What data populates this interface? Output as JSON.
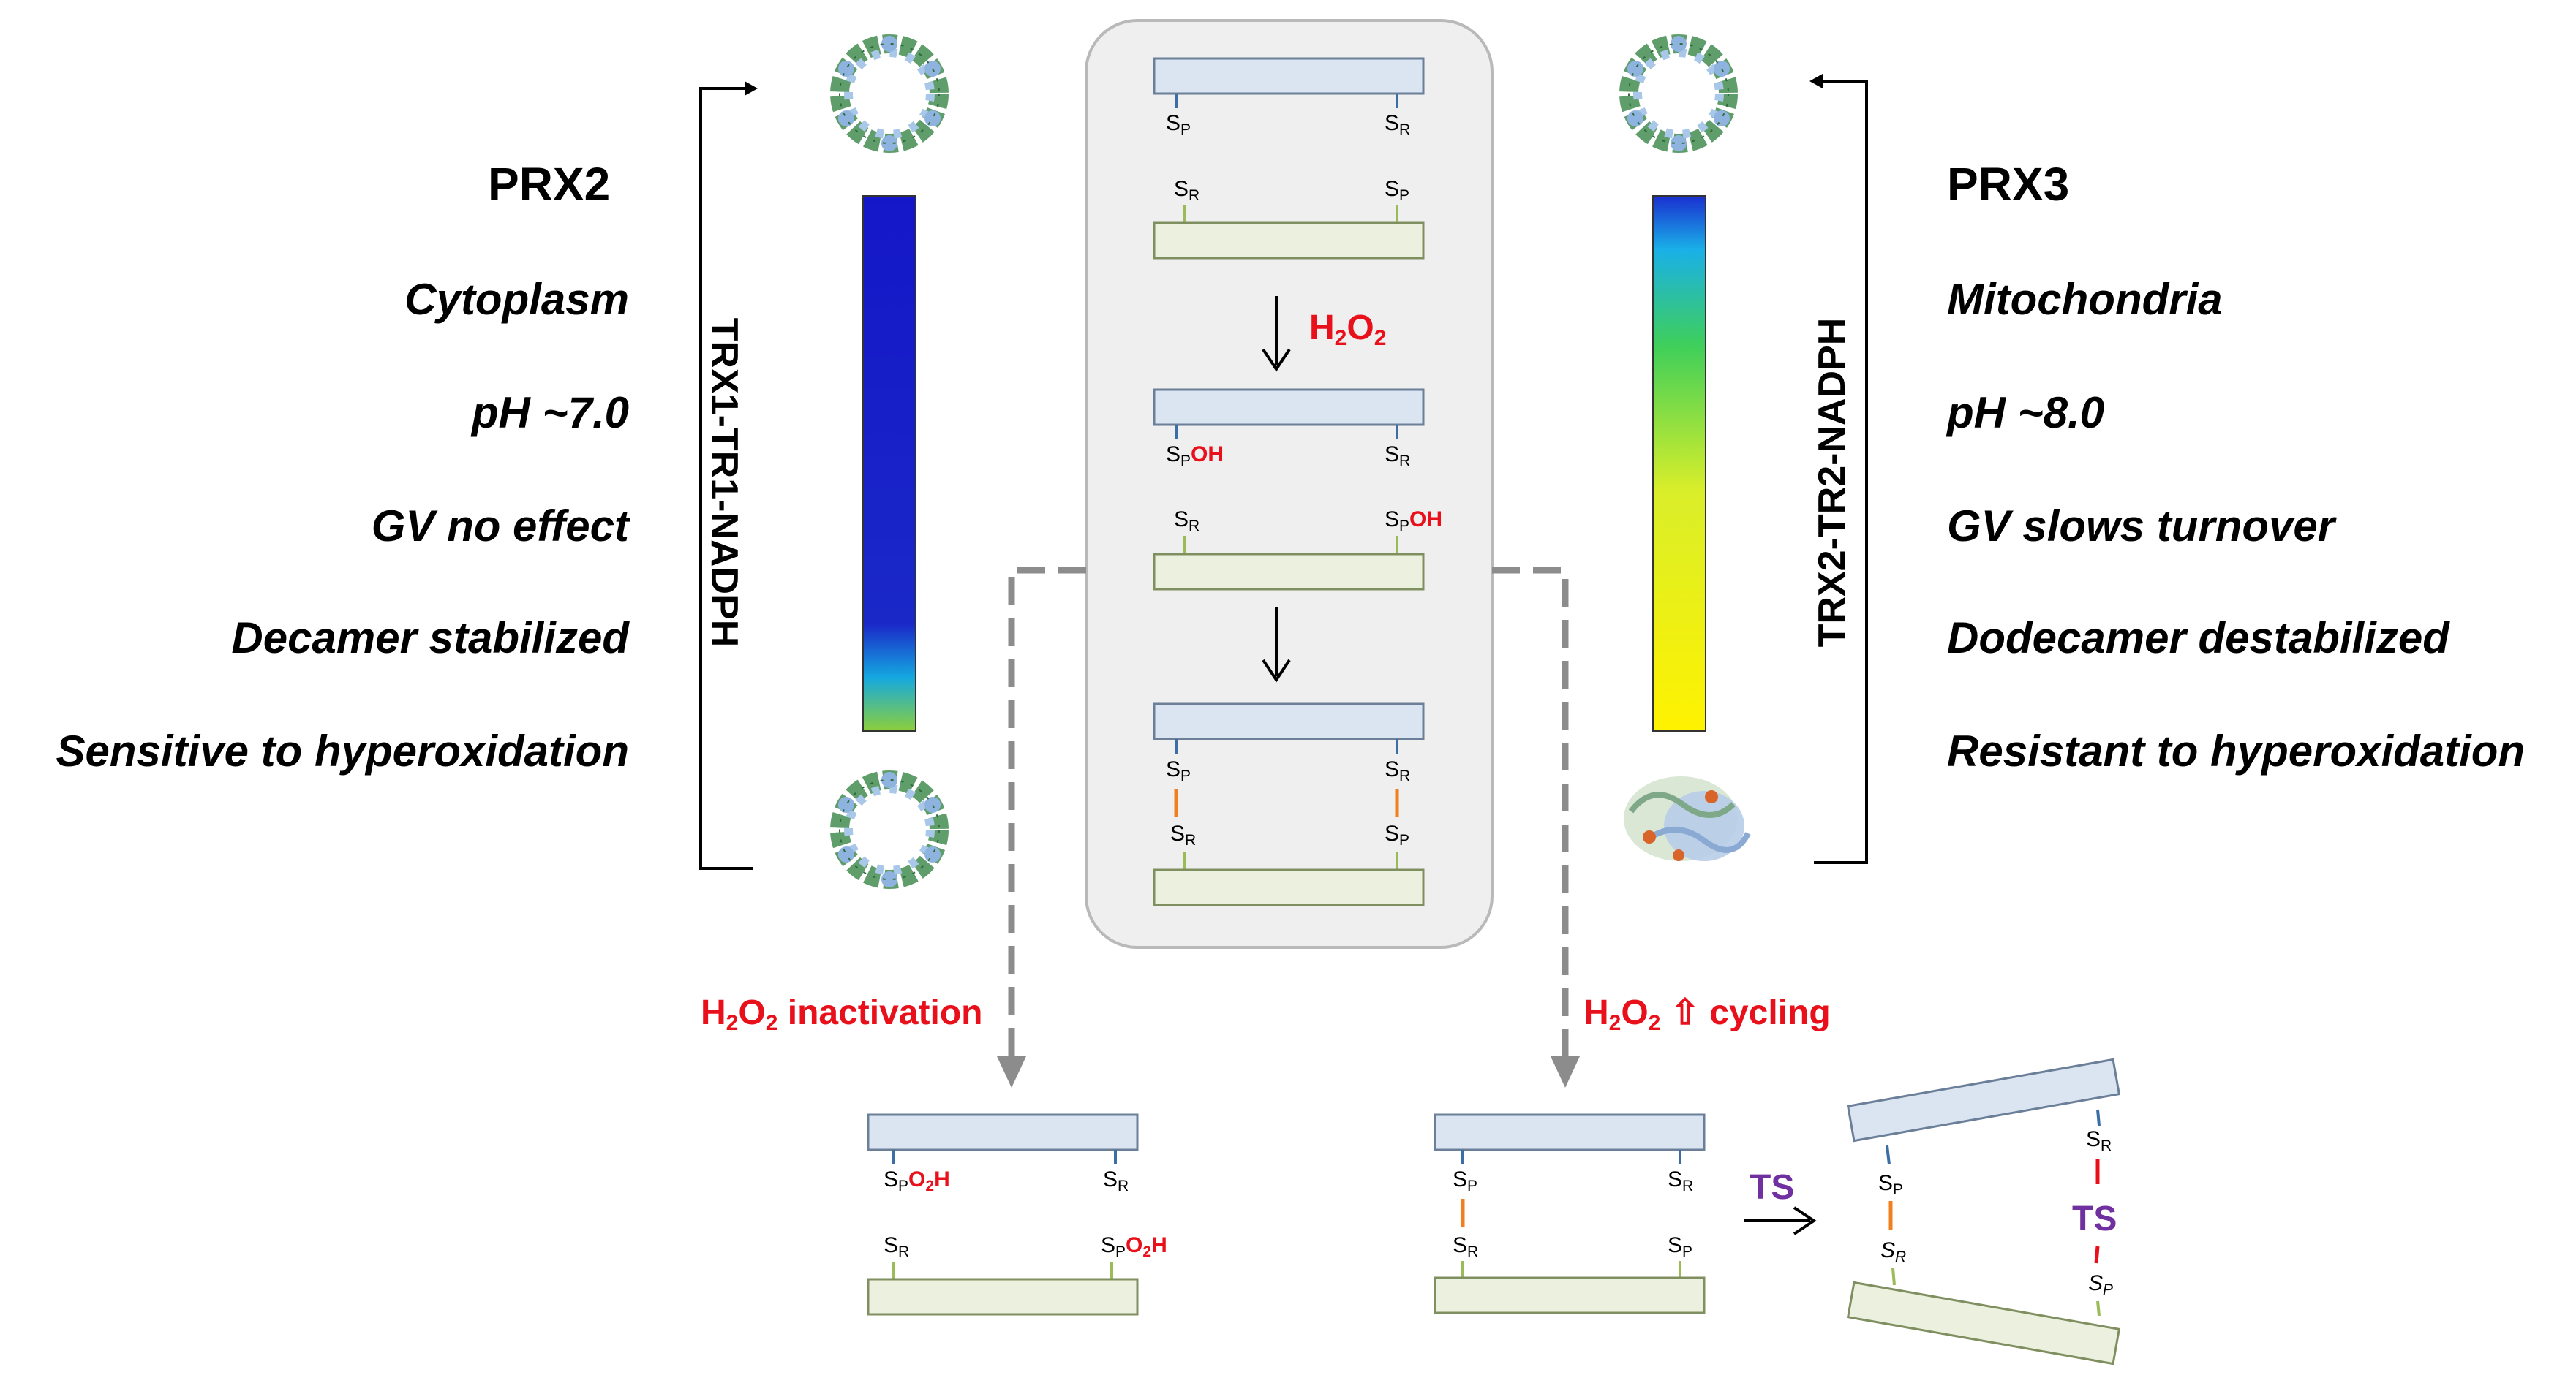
{
  "prx2": {
    "title": "PRX2",
    "properties": [
      "Cytoplasm",
      "pH ~7.0",
      "GV no effect",
      "Decamer stabilized",
      "Sensitive to hyperoxidation"
    ],
    "reductant": "TRX1-TR1-NADPH",
    "gradient_colors": [
      "#1417c8",
      "#1a28c8",
      "#15a8e0",
      "#8ccf3a"
    ]
  },
  "prx3": {
    "title": "PRX3",
    "properties": [
      "Mitochondria",
      "pH ~8.0",
      "GV slows turnover",
      "Dodecamer destabilized",
      "Resistant to hyperoxidation"
    ],
    "reductant": "TRX2-TR2-NADPH",
    "gradient_colors": [
      "#1a2fd0",
      "#1ab0e8",
      "#3fcf5a",
      "#d9ee2a",
      "#fff200"
    ]
  },
  "cycle": {
    "arrow_label_prefix": "H",
    "arrow_label_sub1": "2",
    "arrow_label_mid": "O",
    "arrow_label_sub2": "2"
  },
  "sites": {
    "peroxidatic": "S",
    "peroxidatic_sub": "P",
    "resolving": "S",
    "resolving_sub": "R",
    "sulfenic_suffix": "OH",
    "sulfinic_suffix_a": "O",
    "sulfinic_suffix_sub": "2",
    "sulfinic_suffix_b": "H"
  },
  "pathways": {
    "inactivation_label": "inactivation",
    "cycling_label": "⇧ cycling",
    "ts_label": "TS"
  },
  "colors": {
    "subunit_top": "#dbe5f1",
    "subunit_bottom": "#ebf1de",
    "panel_bg": "#efefef",
    "red": "#e8101a",
    "orange": "#f07f1d",
    "purple": "#7030a0",
    "dashed_arrow": "#8c8c8c"
  }
}
